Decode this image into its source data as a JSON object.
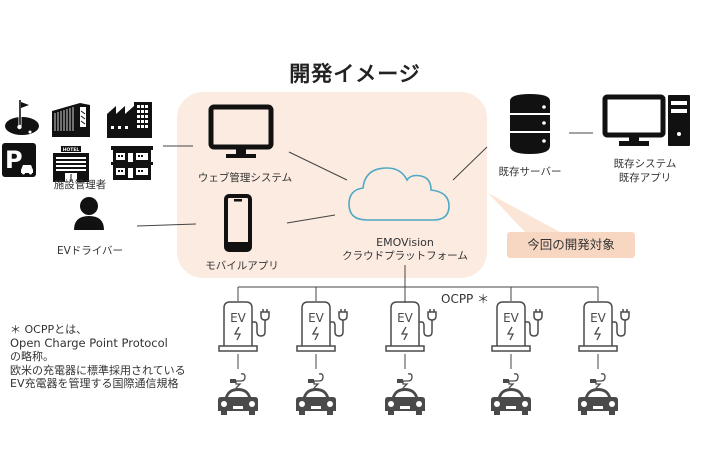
{
  "title": "開発イメージ",
  "facility_managers": {
    "label": "施設管理者",
    "icons": [
      "golf-course-icon",
      "shopping-mall-icon",
      "factory-icon",
      "parking-icon",
      "hotel-icon",
      "apartment-icon"
    ],
    "hotel_sign": "HOTEL"
  },
  "ev_driver": {
    "label": "EVドライバー"
  },
  "development_scope": {
    "web_system": {
      "label": "ウェブ管理システム"
    },
    "mobile_app": {
      "label": "モバイルアプリ"
    },
    "cloud": {
      "name": "EMOVision",
      "label": "クラウドプラットフォーム"
    }
  },
  "existing_server": {
    "label": "既存サーバー"
  },
  "existing_system": {
    "line1": "既存システム",
    "line2": "既存アプリ"
  },
  "callout": {
    "label": "今回の開発対象"
  },
  "protocol": {
    "label": "OCPP ＊"
  },
  "chargers": [
    {
      "text": "EV"
    },
    {
      "text": "EV"
    },
    {
      "text": "EV"
    },
    {
      "text": "EV"
    },
    {
      "text": "EV"
    }
  ],
  "footnote": {
    "line1": "＊ OCPPとは、",
    "line2": "Open Charge Point Protocol",
    "line3": "の略称。",
    "line4": "欧米の充電器に標準採用されている",
    "line5": "EV充電器を管理する国際通信規格"
  },
  "colors": {
    "panel": "#fcebe0",
    "callout": "#f7d7c1",
    "cloud_stroke": "#4fa8c4",
    "icon": "#111111",
    "ev_icon": "#4a4a4a"
  }
}
